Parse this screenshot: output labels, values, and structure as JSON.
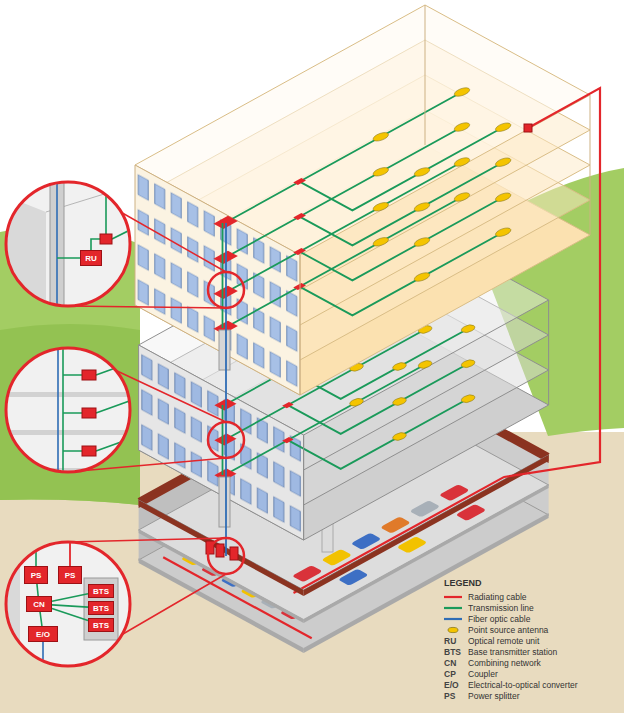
{
  "diagram": {
    "nodes": [
      {
        "text": [
          "RU"
        ]
      },
      {
        "text": [
          "PS"
        ]
      },
      {
        "text": [
          "PS"
        ]
      },
      {
        "text": [
          "CN"
        ]
      },
      {
        "text": [
          "E/O"
        ]
      },
      {
        "text": [
          "BTS"
        ]
      },
      {
        "text": [
          "BTS"
        ]
      },
      {
        "text": [
          "BTS"
        ]
      }
    ],
    "edges": [
      {
        "from": 5,
        "to": 3,
        "arrow": "none"
      },
      {
        "from": 6,
        "to": 3,
        "arrow": "none"
      },
      {
        "from": 7,
        "to": 3,
        "arrow": "none"
      },
      {
        "from": 3,
        "to": 1,
        "arrow": "none"
      },
      {
        "from": 3,
        "to": 4,
        "arrow": "none"
      }
    ],
    "labels": [
      "LEGEND",
      "RU",
      "BTS",
      "CN",
      "CP",
      "E/O",
      "PS"
    ],
    "legend": [
      {
        "text": "Radiating cable"
      },
      {
        "text": "Transmission line"
      },
      {
        "text": "Fiber optic cable"
      },
      {
        "text": "Point source antenna"
      },
      {
        "text": "Optical remote unit"
      },
      {
        "text": "Base transmitter station"
      },
      {
        "text": "Combining network"
      },
      {
        "text": "Coupler"
      },
      {
        "text": "Electrical-to-optical converter"
      },
      {
        "text": "Power splitter"
      }
    ]
  }
}
